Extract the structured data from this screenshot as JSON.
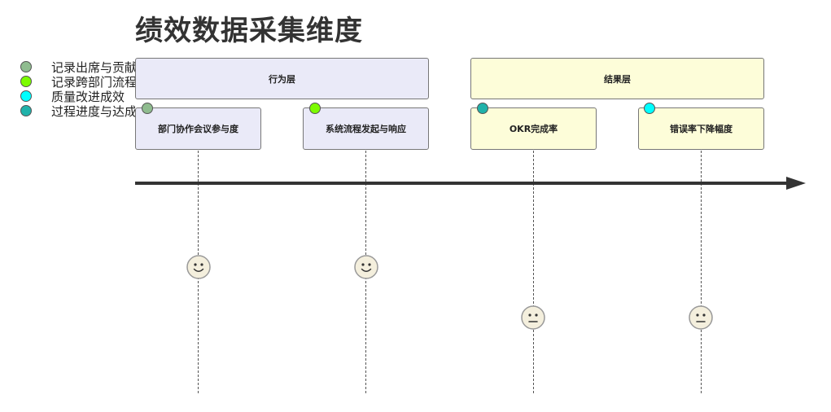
{
  "title": "绩效数据采集维度",
  "legend": [
    {
      "label": "记录出席与贡献",
      "color": "#8fbc8f"
    },
    {
      "label": "记录跨部门流程",
      "color": "#7cfc00"
    },
    {
      "label": "质量改进成效",
      "color": "#00ffff"
    },
    {
      "label": "过程进度与达成",
      "color": "#20b2aa"
    }
  ],
  "layers": {
    "behavior": {
      "label": "行为层",
      "color": "#eaeaf8"
    },
    "result": {
      "label": "结果层",
      "color": "#fdfdd9"
    }
  },
  "metrics": [
    {
      "label": "部门协作会议参与度",
      "layer": "behavior",
      "marker_color": "#8fbc8f",
      "face": "happy-face-icon"
    },
    {
      "label": "系统流程发起与响应",
      "layer": "behavior",
      "marker_color": "#7cfc00",
      "face": "happy-face-icon"
    },
    {
      "label": "OKR完成率",
      "layer": "result",
      "marker_color": "#20b2aa",
      "face": "neutral-face-icon"
    },
    {
      "label": "错误率下降幅度",
      "layer": "result",
      "marker_color": "#00ffff",
      "face": "neutral-face-icon"
    }
  ],
  "colors": {
    "axis": "#333333",
    "face_fill": "#f4efdd",
    "face_stroke": "#999999"
  }
}
